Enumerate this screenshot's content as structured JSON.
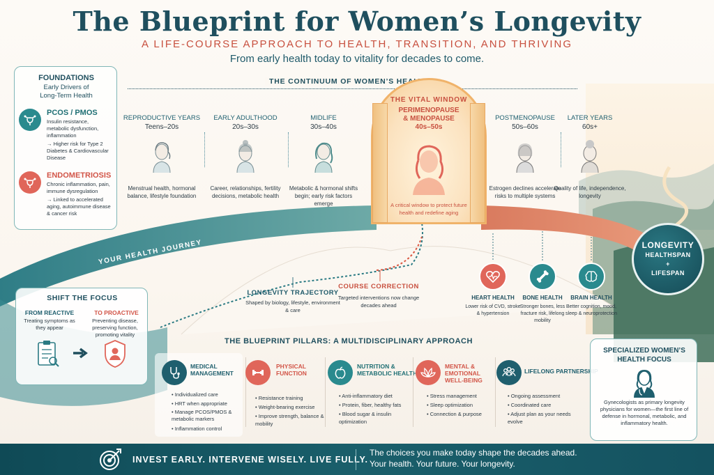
{
  "header": {
    "title": "The Blueprint for Women’s Longevity",
    "subtitle": "A LIFE-COURSE APPROACH TO HEALTH, TRANSITION, AND THRIVING",
    "tagline": "From early health today to vitality for decades to come."
  },
  "foundations": {
    "title": "FOUNDATIONS",
    "subtitle_line1": "Early Drivers of",
    "subtitle_line2": "Long-Term Health",
    "conditions": [
      {
        "title": "PCOS / PMOS",
        "text": "Insulin resistance, metabolic dysfunction, inflammation",
        "risk": "→ Higher risk for Type 2 Diabetes & Cardiovascular Disease",
        "color": "#2a8a8e"
      },
      {
        "title": "ENDOMETRIOSIS",
        "text": "Chronic inflammation, pain, immune dysregulation",
        "risk": "→ Linked to accelerated aging, autoimmune disease & cancer risk",
        "color": "#e0665a"
      }
    ]
  },
  "continuum": {
    "label": "THE CONTINUUM OF WOMEN’S HEALTH",
    "stages": [
      {
        "name": "REPRODUCTIVE YEARS",
        "age": "Teens–20s",
        "desc": "Menstrual health, hormonal balance, lifestyle foundation"
      },
      {
        "name": "EARLY ADULTHOOD",
        "age": "20s–30s",
        "desc": "Career, relationships, fertility decisions, metabolic health"
      },
      {
        "name": "MIDLIFE",
        "age": "30s–40s",
        "desc": "Metabolic & hormonal shifts begin; early risk factors emerge"
      },
      {
        "name": "POSTMENOPAUSE",
        "age": "50s–60s",
        "desc": "Estrogen declines accelerate risks to multiple systems"
      },
      {
        "name": "LATER YEARS",
        "age": "60s+",
        "desc": "Quality of life, independence, longevity"
      }
    ],
    "vital": {
      "title": "THE VITAL WINDOW",
      "stage_line1": "PERIMENOPAUSE",
      "stage_line2": "& MENOPAUSE",
      "age": "40s–50s",
      "desc": "A critical window to protect future health and redefine aging"
    }
  },
  "journey": {
    "label": "YOUR HEALTH JOURNEY"
  },
  "longevity": {
    "title": "LONGEVITY",
    "line1": "HEALTHSPAN",
    "line2": "+",
    "line3": "LIFESPAN"
  },
  "trajectory": {
    "title": "LONGEVITY TRAJECTORY",
    "desc": "Shaped by biology, lifestyle, environment & care"
  },
  "course_correction": {
    "title": "COURSE CORRECTION",
    "desc": "Targeted interventions now change decades ahead"
  },
  "health_areas": [
    {
      "title": "HEART HEALTH",
      "desc": "Lower risk of CVD, stroke & hypertension",
      "icon": "heart-icon",
      "color": "#e0665a"
    },
    {
      "title": "BONE HEALTH",
      "desc": "Stronger bones, less fracture risk, lifelong mobility",
      "icon": "bone-icon",
      "color": "#2a8a8e"
    },
    {
      "title": "BRAIN HEALTH",
      "desc": "Better cognition, mood, sleep & neuroprotection",
      "icon": "brain-icon",
      "color": "#2a8a8e"
    }
  ],
  "shift": {
    "title": "SHIFT THE FOCUS",
    "from_title": "FROM REACTIVE",
    "from_desc": "Treating symptoms as they appear",
    "to_title": "TO PROACTIVE",
    "to_desc": "Preventing disease, preserving function, promoting vitality"
  },
  "pillars": {
    "title": "THE BLUEPRINT PILLARS: A MULTIDISCIPLINARY APPROACH",
    "items": [
      {
        "title1": "MEDICAL",
        "title2": "MANAGEMENT",
        "color": "#1f5f6e",
        "icon": "stethoscope-icon",
        "points": [
          "Individualized care",
          "HRT when appropriate",
          "Manage PCOS/PMOS & metabolic markers",
          "Inflammation control"
        ]
      },
      {
        "title1": "PHYSICAL",
        "title2": "FUNCTION",
        "color": "#e0665a",
        "icon": "dumbbell-icon",
        "points": [
          "Resistance training",
          "Weight-bearing exercise",
          "Improve strength, balance & mobility"
        ]
      },
      {
        "title1": "NUTRITION &",
        "title2": "METABOLIC HEALTH",
        "color": "#2a8a8e",
        "icon": "apple-icon",
        "points": [
          "Anti-inflammatory diet",
          "Protein, fiber, healthy fats",
          "Blood sugar & insulin optimization"
        ]
      },
      {
        "title1": "MENTAL &",
        "title2": "EMOTIONAL WELL-BEING",
        "color": "#e0665a",
        "icon": "lotus-icon",
        "points": [
          "Stress management",
          "Sleep optimization",
          "Connection & purpose"
        ]
      },
      {
        "title1": "LIFELONG PARTNERSHIP",
        "title2": "",
        "color": "#1f5f6e",
        "icon": "people-icon",
        "points": [
          "Ongoing assessment",
          "Coordinated care",
          "Adjust plan as your needs evolve"
        ]
      }
    ]
  },
  "specialized": {
    "title_line1": "SPECIALIZED WOMEN’S",
    "title_line2": "HEALTH FOCUS",
    "desc": "Gynecologists as primary longevity physicians for women—the first line of defense in hormonal, metabolic, and inflammatory health."
  },
  "footer": {
    "left": "INVEST EARLY. INTERVENE WISELY. LIVE FULLY.",
    "right1": "The choices you make today shape the decades ahead.",
    "right2": "Your health. Your future. Your longevity."
  }
}
